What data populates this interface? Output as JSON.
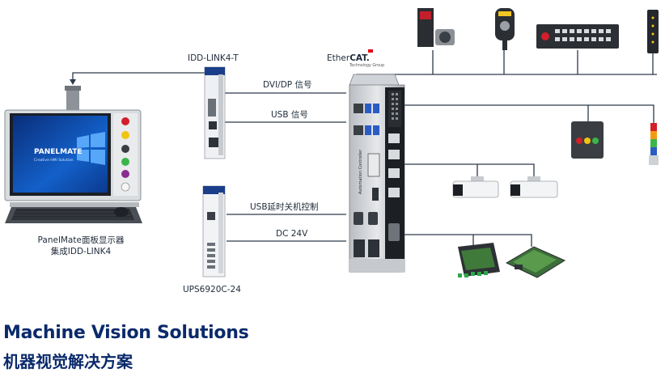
{
  "labels": {
    "idd_link4t": "IDD-LINK4-T",
    "dvi": "DVI/DP 信号",
    "usb": "USB 信号",
    "usb_delay": "USB延时关机控制",
    "dc": "DC 24V",
    "ups": "UPS6920C-24",
    "panel_line1": "PanelMate面板显示器",
    "panel_line2": "集成IDD-LINK4",
    "panel_brand": "PANELMATE",
    "panel_tagline": "Creative HMI Solution",
    "ethercat_a": "Ether",
    "ethercat_b": "CAT.",
    "ethercat_sub": "Technology Group",
    "controller_vertical": "Automation Controller"
  },
  "heading": {
    "en": "Machine Vision Solutions",
    "cn": "机器视觉解决方案"
  },
  "colors": {
    "title": "#0b2a6b",
    "line": "#2d3a4a",
    "ethercat_red": "#e30613"
  }
}
